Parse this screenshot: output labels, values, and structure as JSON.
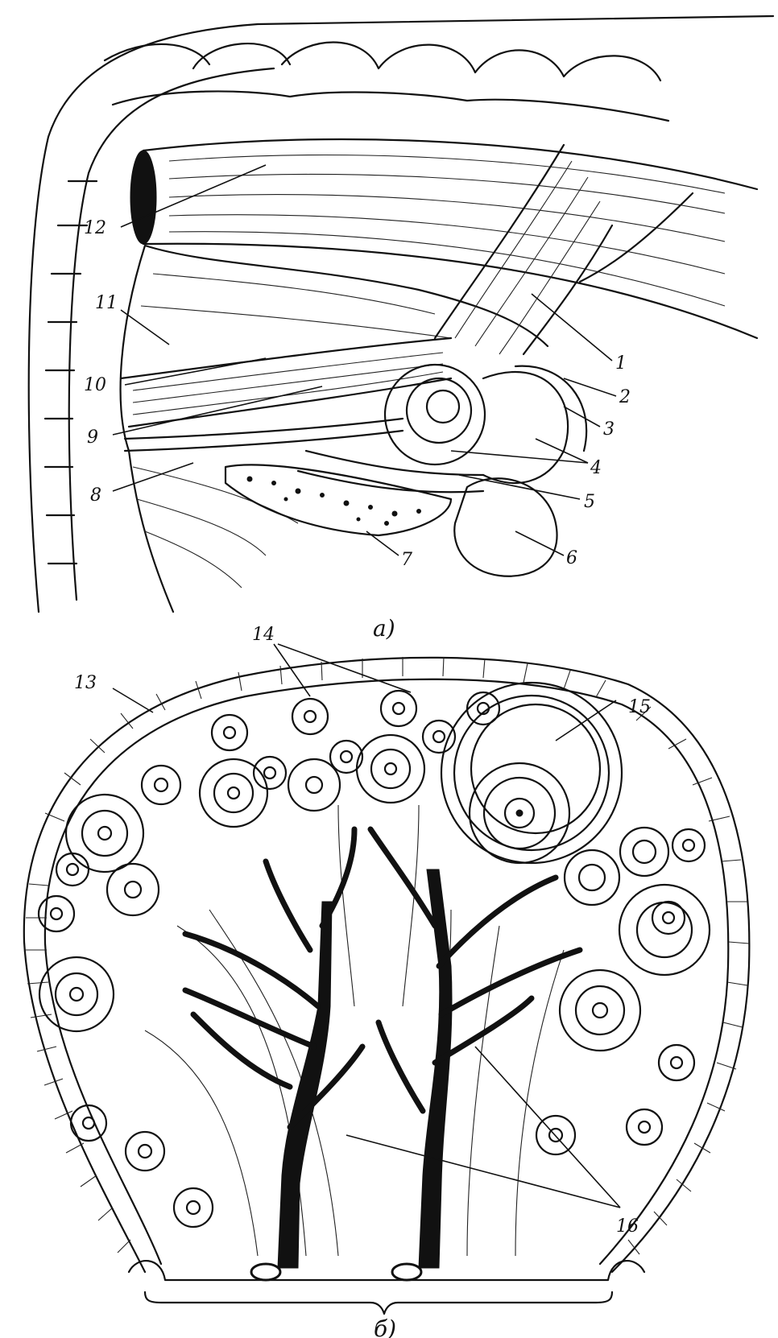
{
  "figure_a": {
    "caption": "a)",
    "labels": [
      "1",
      "2",
      "3",
      "4",
      "5",
      "6",
      "7",
      "8",
      "9",
      "10",
      "11",
      "12"
    ]
  },
  "figure_b": {
    "caption": "б)",
    "labels": [
      "13",
      "14",
      "15",
      "16"
    ]
  },
  "colors": {
    "ink": "#111111",
    "paper": "#ffffff"
  }
}
